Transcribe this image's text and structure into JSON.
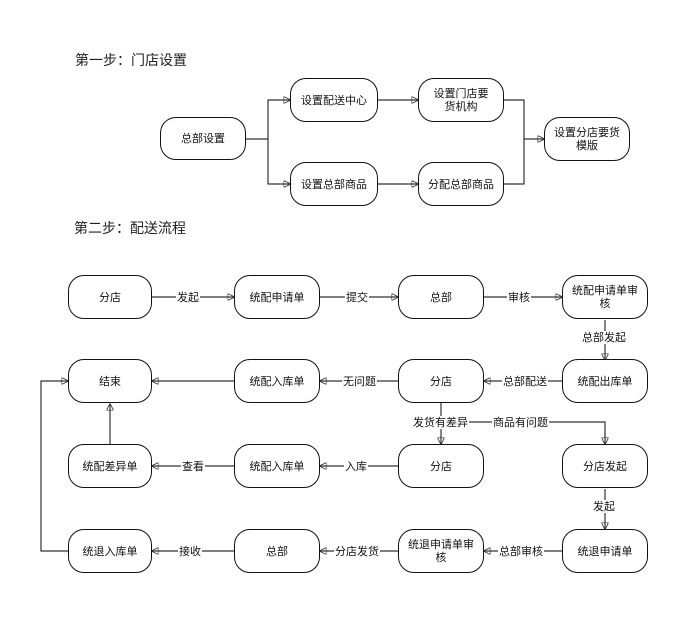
{
  "step1": {
    "title": "第一步：门店设置",
    "nodes": {
      "hq_setup": "总部设置",
      "dist_center": "设置配送中心",
      "store_req_org": "设置门店要货机构",
      "hq_goods": "设置总部商品",
      "assign_goods": "分配总部商品",
      "branch_template": "设置分店要货模版"
    }
  },
  "step2": {
    "title": "第二步：配送流程",
    "nodes": {
      "branch_start": "分店",
      "dist_request": "统配申请单",
      "hq": "总部",
      "dist_request_review": "统配申请单审核",
      "dist_out": "统配出库单",
      "branch_receive": "分店",
      "dist_in_1": "统配入库单",
      "end": "结束",
      "branch_in": "分店",
      "dist_in_2": "统配入库单",
      "dist_diff": "统配差异单",
      "branch_init": "分店发起",
      "return_request": "统退申请单",
      "return_request_review": "统退申请单审核",
      "hq_return": "总部",
      "return_in": "统退入库单"
    },
    "edge_labels": {
      "initiate": "发起",
      "submit": "提交",
      "review": "审核",
      "hq_initiate": "总部发起",
      "hq_dispatch": "总部配送",
      "no_issue": "无问题",
      "shipment_diff": "发货有差异",
      "goods_issue": "商品有问题",
      "stock_in": "入库",
      "view": "查看",
      "initiate2": "发起",
      "hq_review": "总部审核",
      "branch_ship": "分店发货",
      "receive": "接收"
    }
  }
}
